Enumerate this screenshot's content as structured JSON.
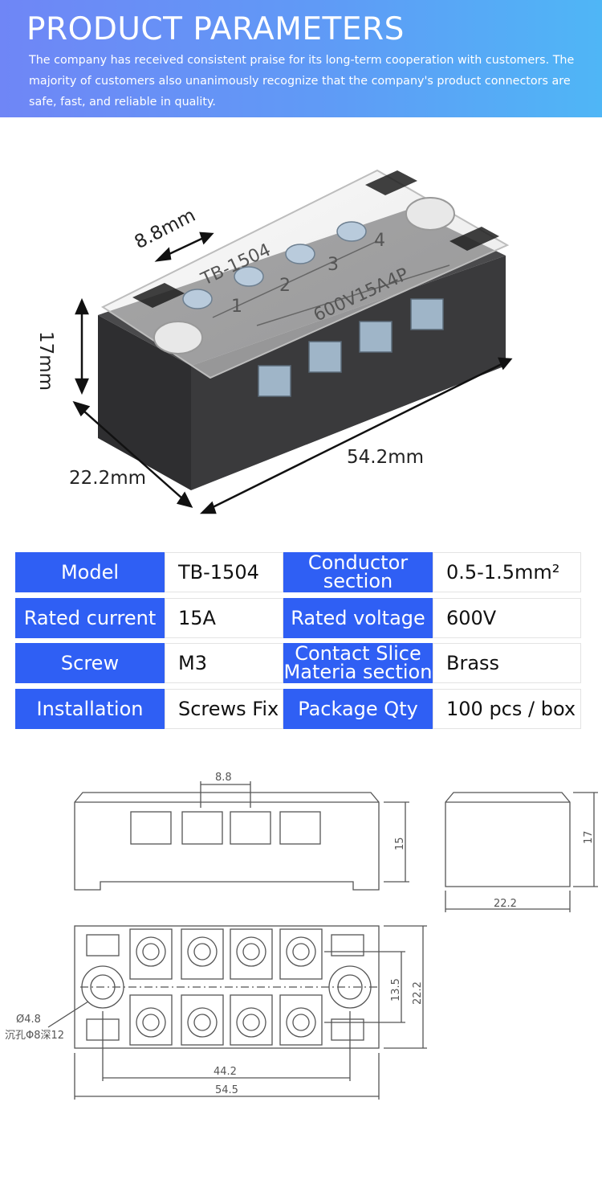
{
  "banner": {
    "title": "PRODUCT PARAMETERS",
    "description": "The company has received consistent praise for its long-term cooperation with customers. The majority of customers also unanimously recognize that the company's product connectors are safe, fast, and reliable in quality."
  },
  "photo": {
    "dim_width": "8.8mm",
    "dim_height": "17mm",
    "dim_depth": "22.2mm",
    "dim_length": "54.2mm",
    "cover_text": "TB-1504",
    "cover_rating": "600V15A4P",
    "terminal_numbers": [
      "1",
      "2",
      "3",
      "4"
    ]
  },
  "specs": {
    "rows": [
      {
        "label1": "Model",
        "value1": "TB-1504",
        "label2": "Conductor section",
        "value2": "0.5-1.5mm²"
      },
      {
        "label1": "Rated current",
        "value1": "15A",
        "label2": "Rated voltage",
        "value2": "600V"
      },
      {
        "label1": "Screw",
        "value1": "M3",
        "label2": "Contact Slice Materia section",
        "value2": "Brass"
      },
      {
        "label1": "Installation",
        "value1": "Screws Fix",
        "label2": "Package Qty",
        "value2": "100 pcs / box"
      }
    ]
  },
  "drawing": {
    "pitch": "8.8",
    "front_height": "15",
    "side_height": "17",
    "side_width": "22.2",
    "hole_pitch": "13.5",
    "top_depth": "22.2",
    "hole_spacing": "44.2",
    "overall_length": "54.5",
    "hole_dia": "Ø4.8",
    "hole_note": "沉孔Φ8深12"
  }
}
